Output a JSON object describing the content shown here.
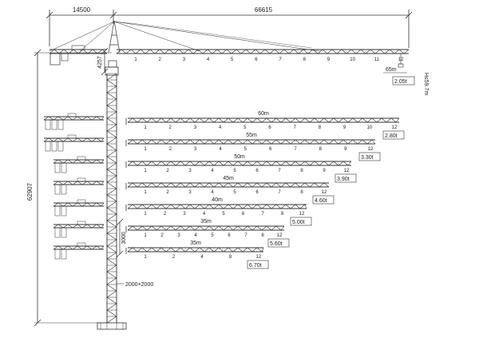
{
  "dimensions": {
    "counter_jib_length": "14500",
    "jib_length": "66615",
    "total_height": "62907",
    "head_height": "4257",
    "mast_section": "3000",
    "mast_cross_section": "2000×2000",
    "hook_height": "H≤59.7m"
  },
  "main_jib": {
    "radius": "65m",
    "tip_load": "2.05t",
    "sections": [
      "1",
      "2",
      "3",
      "4",
      "5",
      "6",
      "7",
      "8",
      "9",
      "10",
      "11",
      "12"
    ]
  },
  "configurations": [
    {
      "length": "60m",
      "tip_load": "2.80t",
      "sections": [
        "1",
        "2",
        "3",
        "4",
        "5",
        "6",
        "7",
        "8",
        "9",
        "10",
        "12"
      ]
    },
    {
      "length": "55m",
      "tip_load": "3.30t",
      "sections": [
        "1",
        "2",
        "3",
        "4",
        "5",
        "6",
        "7",
        "8",
        "9",
        "12"
      ]
    },
    {
      "length": "50m",
      "tip_load": "3.90t",
      "sections": [
        "1",
        "2",
        "3",
        "4",
        "5",
        "6",
        "7",
        "8",
        "9",
        "12"
      ]
    },
    {
      "length": "45m",
      "tip_load": "4.60t",
      "sections": [
        "1",
        "2",
        "3",
        "4",
        "5",
        "6",
        "7",
        "8",
        "12"
      ]
    },
    {
      "length": "40m",
      "tip_load": "5.00t",
      "sections": [
        "1",
        "2",
        "3",
        "4",
        "5",
        "6",
        "7",
        "8",
        "12"
      ]
    },
    {
      "length": "35m",
      "tip_load": "5.60t",
      "sections": [
        "1",
        "2",
        "3",
        "4",
        "5",
        "6",
        "7",
        "8",
        "12"
      ]
    },
    {
      "length": "35m",
      "tip_load": "6.70t",
      "sections": [
        "1",
        "2",
        "4",
        "8",
        "12"
      ]
    }
  ]
}
